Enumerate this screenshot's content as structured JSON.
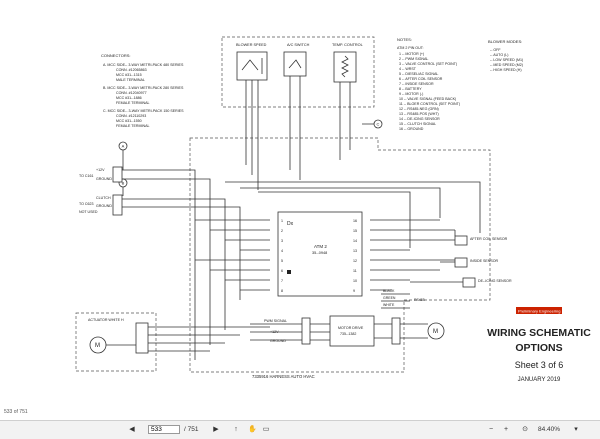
{
  "connectors": {
    "heading": "CONNECTORS:",
    "a_lines": [
      "A. MCC SIDE-- 3-WAY METRI-PACK 480 SERIES",
      "CONN. #12065863",
      "MCC #31--1315",
      "MALE TERMINAL"
    ],
    "b_lines": [
      "B. MCC SIDE-- 3-WAY METRI-PACK 280 SERIES",
      "CONN. #12040977",
      "MCC #31--1886",
      "FEMALE TERMINAL"
    ],
    "c_lines": [
      "C. MCC SIDE-- 3-WAY METRI-PACK 150 SERIES",
      "CONN. #12110293",
      "MCC #31--1550",
      "FEMALE TERMINAL"
    ]
  },
  "notes": {
    "heading": "NOTES:",
    "pinout_title": "ATM 2 PIN OUT:",
    "pins": [
      "1 -- MOTOR (+)",
      "2 -- PWM SIGNAL",
      "3 -- VALVE CONTROL (SET POINT)",
      "4 -- WRST",
      "5 -- DIESEL/AC SIGNAL",
      "6 -- AFTER COIL SENSOR",
      "7 -- INSIDE SENSOR",
      "8 -- BATTERY",
      "9 -- MOTOR (-)",
      "10 -- VALVE SIGNAL (FEED BACK)",
      "11 -- BLOER CONTROL (SET POINT)",
      "12 -- RS485-NEG (GRN)",
      "13 -- RS485-POS (WHT)",
      "14 -- DE-ICING SENSOR",
      "15 -- CLUTCH SIGNAL",
      "16 -- GROUND"
    ]
  },
  "blower_modes": {
    "heading": "BLOWER MODES:",
    "items": [
      "-- OFF",
      "-- AUTO (L)",
      "-- LOW SPEED (M1)",
      "-- MED SPEED (M2)",
      "-- HIGH SPEED (H)"
    ]
  },
  "labels": {
    "blower_speed": "BLOWER SPEED",
    "ac_switch": "A/C SWITCH",
    "temp_control": "TEMP. CONTROL",
    "to_c161": "TO C161",
    "to_c623": "TO C623",
    "not_used": "NOT USED",
    "plus12v": "+12V",
    "ground": "GROUND",
    "clutch": "CLUTCH",
    "atm2": "ATM 2",
    "atm2_part": "35--0948",
    "dx": "Dx",
    "after_coil_sensor": "AFTER COIL SENSOR",
    "inside_sensor": "INSIDE SENSOR",
    "de_icing_sensor": "DE--ICING SENSOR",
    "black": "BLACK",
    "green": "GREEN",
    "white": "WHITE",
    "rs485": "RS485",
    "pwm_signal": "PWM SIGNAL",
    "motor_drive": "MOTOR DRIVE",
    "motor_drive_part": "735--1382",
    "actuator": "ACTUATOR WHITE H",
    "harness": "7335916 HARNESS AUTO HVAC",
    "callout_a": "A",
    "callout_b": "B",
    "callout_c": "C",
    "pin_left": [
      "1",
      "2",
      "3",
      "4",
      "5",
      "6",
      "7",
      "8"
    ],
    "pin_right": [
      "16",
      "15",
      "14",
      "13",
      "12",
      "11",
      "10",
      "9"
    ]
  },
  "title_block": {
    "stamp": "Preliminary Engineering",
    "line1": "WIRING SCHEMATIC",
    "line2": "OPTIONS",
    "sheet": "Sheet 3 of 6",
    "date": "JANUARY 2019"
  },
  "viewer": {
    "page_count_text": "533 of 751",
    "page_current": "533",
    "page_total": "/ 751",
    "zoom": "84.40%",
    "accent": "#cc2200"
  }
}
